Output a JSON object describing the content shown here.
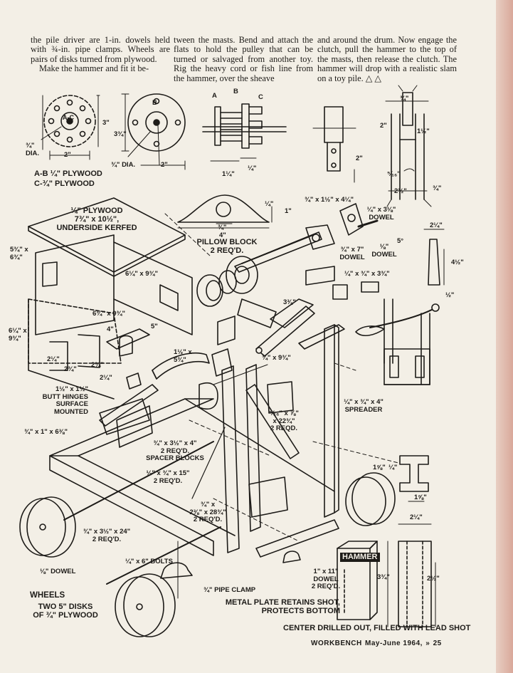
{
  "article": {
    "col1_p1": "the pile driver are 1-in. dowels held with ¾-in. pipe clamps. Wheels are pairs of disks turned from plywood.",
    "col1_p2": "Make the hammer and fit it be-",
    "col2": "tween the masts. Bend and attach the flats to hold the pulley that can be turned or salvaged from another toy. Rig the heavy cord or fish line from the hammer, over the sheave",
    "col3": "and around the drum. Now engage the clutch, pull the hammer to the top of the masts, then release the clutch. The hammer will drop with a realistic slam on a toy pile. △ △"
  },
  "labels": {
    "dia_3_4": "¾\"\nDIA.",
    "ac": "A-C",
    "b": "B",
    "d3": "3\"",
    "d2a": "2\"",
    "d3_3_4": "3¾\"",
    "dia_3_4_b": "¾\" DIA.",
    "d2b": "2\"",
    "plywood_ab": "A-B ¼\" PLYWOOD",
    "plywood_c": "C-¾\" PLYWOOD",
    "abc_a": "A",
    "abc_b": "B",
    "abc_c": "C",
    "d1_1_4": "1¼\"",
    "d1_4": "¼\"",
    "m3_4": "¾\"",
    "m2": "2\"",
    "m1_1_2": "1½\"",
    "m2b": "2\"",
    "m5_16": "⁵⁄₁₆\"",
    "m2_1_2": "2½\"",
    "m3_4b": "¾\"",
    "top_ply": "¼\" PLYWOOD\n7¾\" x 10½\",\nUNDERSIDE KERFED",
    "pb_1_4": "¼\"",
    "pb_1": "1\"",
    "pb_3_4": "¾\"",
    "pb_4": "4\"",
    "pillow": "PILLOW BLOCK\n2 REQ'D.",
    "d_3_4x1_1_2x4_1_4": "¾\" x 1½\" x 4¼\"",
    "d_1_4x3_1_8": "¼\" x 3⅛\"\nDOWEL",
    "d_3_4x7": "¾\" x 7\"\nDOWEL",
    "d_1_8": "⅛\"\nDOWEL",
    "ang5": "5°",
    "s2_1_4": "2¼\"",
    "s4_1_2": "4½\"",
    "s1_2": "½\"",
    "d_1_4x3_4x3_3_4": "¼\" x ¾\" x 3¾\"",
    "side_5_3_4": "5¾\" x\n6¾\"",
    "p6_1_4x9_3_4a": "6¼\" x 9¾\"",
    "p6_3_4x9_3_4": "6¾\" x 9¾\"",
    "p4": "4\"",
    "p5": "5\"",
    "p6_1_4x9_3_4b": "6¼\" x\n9¾\"",
    "p2_1_4a": "2¼\"",
    "p2_3_4a": "2¾\"",
    "p2_3_4b": "2¾\"",
    "p2_1_4b": "2¼\"",
    "p1_1_2x5_3_4": "1½\" x\n5¾\"",
    "p3_3_8": "3⅜\"",
    "p3_4x9_3_4": "¾\" x 9¾\"",
    "hinges": "1½\" x 1½\"\nBUTT HINGES\nSURFACE\nMOUNTED",
    "p3_4x1x6_3_8": "¾\" x 1\" x 6⅜\"",
    "spacer": "¾\" x 3½\" x 4\"\n2 REQ'D.\nSPACER BLOCKS",
    "p1_2x3_4x15": "½\" x ¾\" x 15\"\n2 REQ'D.",
    "mast": "¾\" x\n2⅜\" x 28¾\"\n2 REQ'D.",
    "p5_16x7_8": "⁵⁄₁₆\" x ⅞\"\nx 22¾\"\n2 REQD.",
    "spreader": "¼\" x ¾\" x 4\"\nSPREADER",
    "base": "¾\" x 3½\" x 24\"\n2 REQ'D.",
    "bolts": "¼\" x 6\" BOLTS",
    "dowel_1_8": "⅛\" DOWEL",
    "wheels_title": "WHEELS",
    "wheels_desc": "TWO 5\" DISKS\nOF ¾\" PLYWOOD",
    "pipe_clamp": "¾\" PIPE CLAMP",
    "dowel_1x11": "1\" x 11\"\nDOWEL\n2 REQ'D.",
    "metal_plate": "METAL PLATE RETAINS SHOT,\nPROTECTS BOTTOM",
    "center_drilled": "CENTER DRILLED OUT, FILLED WITH LEAD SHOT",
    "hammer": "HAMMER",
    "h1_5_8": "1⅝\"",
    "h1_4": "¼\"",
    "h1_5_8b": "1⅝\"",
    "h2_1_4": "2¼\"",
    "h3_3_4": "3¾\"",
    "h2_1_2": "2½\""
  },
  "footer": {
    "magazine": "WORKBENCH",
    "issue": "May-June 1964,",
    "sep": "»",
    "page": "25"
  }
}
